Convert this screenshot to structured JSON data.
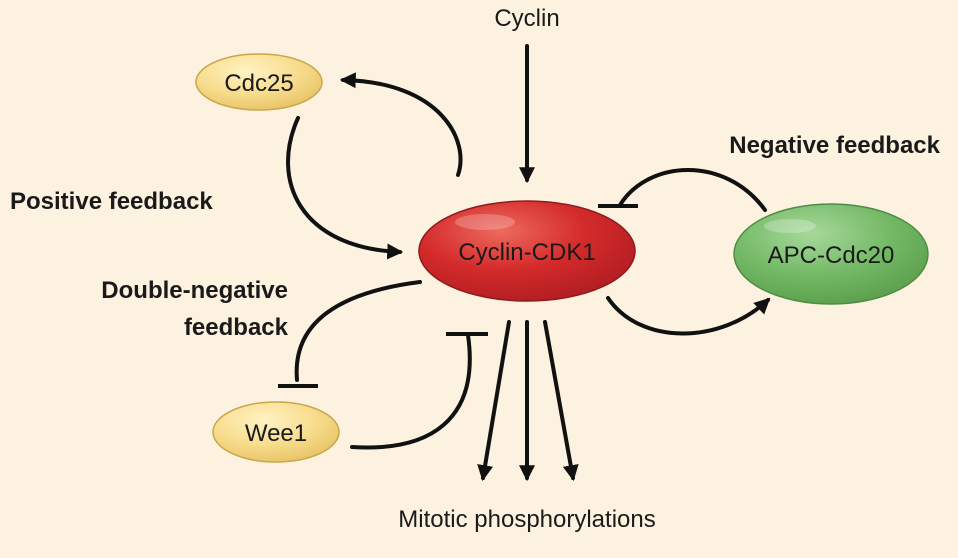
{
  "nodes": {
    "cyclin_cdk1": {
      "label": "Cyclin-CDK1",
      "fill": "#d42b2b"
    },
    "cdc25": {
      "label": "Cdc25",
      "fill": "#f7dc8c"
    },
    "wee1": {
      "label": "Wee1",
      "fill": "#f7dc8c"
    },
    "apc_cdc20": {
      "label": "APC-Cdc20",
      "fill": "#72b865"
    }
  },
  "labels": {
    "cyclin": "Cyclin",
    "positive_feedback": "Positive feedback",
    "double_negative_line1": "Double-negative",
    "double_negative_line2": "feedback",
    "negative_feedback": "Negative feedback",
    "mitotic": "Mitotic phosphorylations"
  },
  "colors": {
    "background": "#fcf2df",
    "arrow": "#111111"
  }
}
